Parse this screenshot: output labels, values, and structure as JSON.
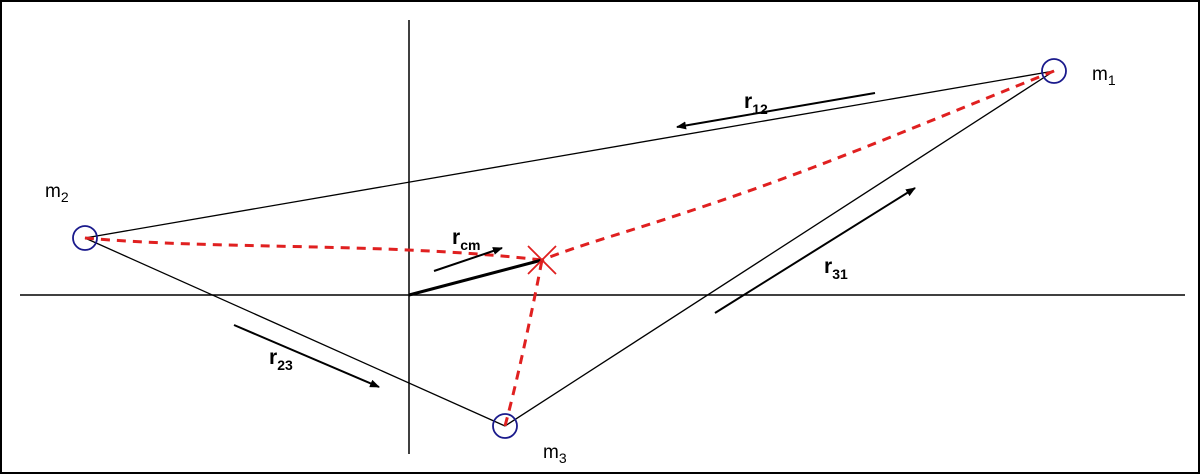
{
  "masses": [
    {
      "id": "m1",
      "base": "m",
      "sub": "1"
    },
    {
      "id": "m2",
      "base": "m",
      "sub": "2"
    },
    {
      "id": "m3",
      "base": "m",
      "sub": "3"
    }
  ],
  "vectors": [
    {
      "id": "r12",
      "base": "r",
      "sub": "12"
    },
    {
      "id": "r23",
      "base": "r",
      "sub": "23"
    },
    {
      "id": "r31",
      "base": "r",
      "sub": "31"
    },
    {
      "id": "rcm",
      "base": "r",
      "sub": "cm"
    }
  ],
  "colors": {
    "line": "#000000",
    "mass_circle": "#1a1a8c",
    "center_of_mass": "#e02020",
    "dashed": "#e02020"
  }
}
